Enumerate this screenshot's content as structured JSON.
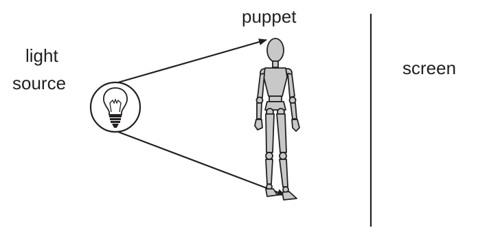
{
  "labels": {
    "light_line1": "light",
    "light_line2": "source",
    "puppet": "puppet",
    "screen": "screen"
  },
  "colors": {
    "ink": "#231f20",
    "figure_fill": "#c8c8c8",
    "background": "#ffffff"
  },
  "icons": {
    "light_source": "light-bulb-icon",
    "puppet": "wooden-mannequin-figure"
  }
}
